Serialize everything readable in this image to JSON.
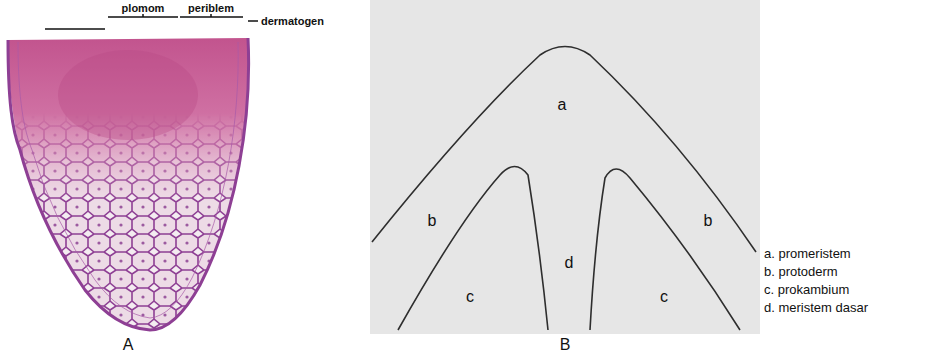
{
  "diagram": {
    "labels": [
      "plomom",
      "periblem",
      "dermatogen",
      "a",
      "b",
      "b",
      "c",
      "c",
      "d",
      "a. promeristem",
      "b. protoderm",
      "c. prokambium",
      "d. meristem dasar",
      "A",
      "B"
    ]
  }
}
